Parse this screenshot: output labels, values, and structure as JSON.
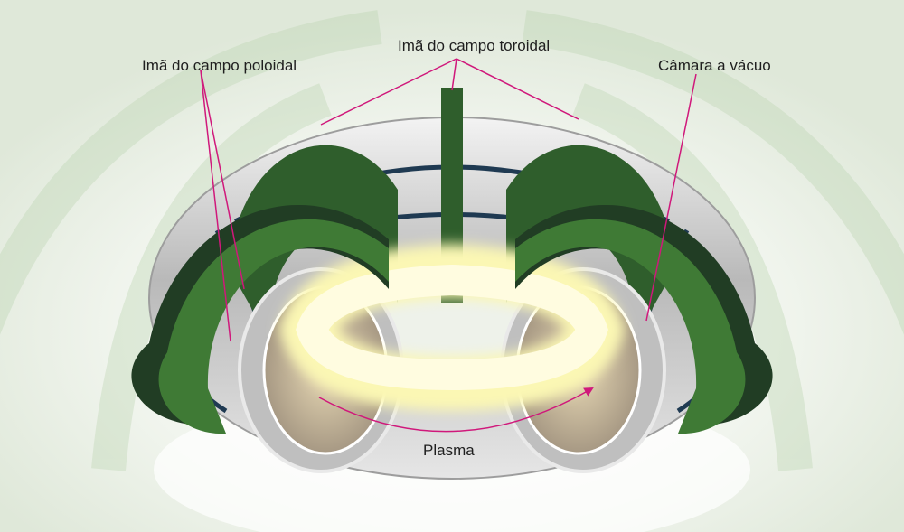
{
  "labels": {
    "poloidal": "Imã do campo poloidal",
    "toroidal": "Imã do campo toroidal",
    "vacuum": "Câmara a vácuo",
    "plasma": "Plasma"
  },
  "colors": {
    "background": "#f4f7f1",
    "coil_green": "#3f7a35",
    "coil_dark": "#213d24",
    "chamber": "#c9c9c9",
    "plasma_glow": "#fbf7b4",
    "pointer": "#d0187b"
  }
}
